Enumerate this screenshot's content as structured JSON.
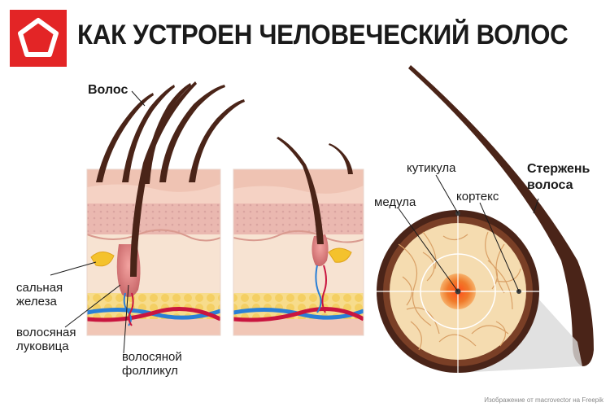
{
  "header": {
    "title": "КАК УСТРОЕН ЧЕЛОВЕЧЕСКИЙ ВОЛОС",
    "logo_icon": "pentagon-logo-icon",
    "logo_color": "#e32526"
  },
  "labels": {
    "hair": "Волос",
    "sebaceous_gland_1": "сальная",
    "sebaceous_gland_2": "железа",
    "hair_bulb_1": "волосяная",
    "hair_bulb_2": "луковица",
    "follicle_1": "волосяной",
    "follicle_2": "фолликул",
    "cuticle": "кутикула",
    "medulla": "медула",
    "cortex": "кортекс",
    "shaft_1": "Стержень",
    "shaft_2": "волоса"
  },
  "credit": "Изображение от macrovector на Freepik",
  "colors": {
    "hair": "#4a2418",
    "skin_top": "#f1c6b6",
    "fat": "#f7dc8c",
    "vein": "#2a7fd6",
    "artery": "#c9153f"
  }
}
